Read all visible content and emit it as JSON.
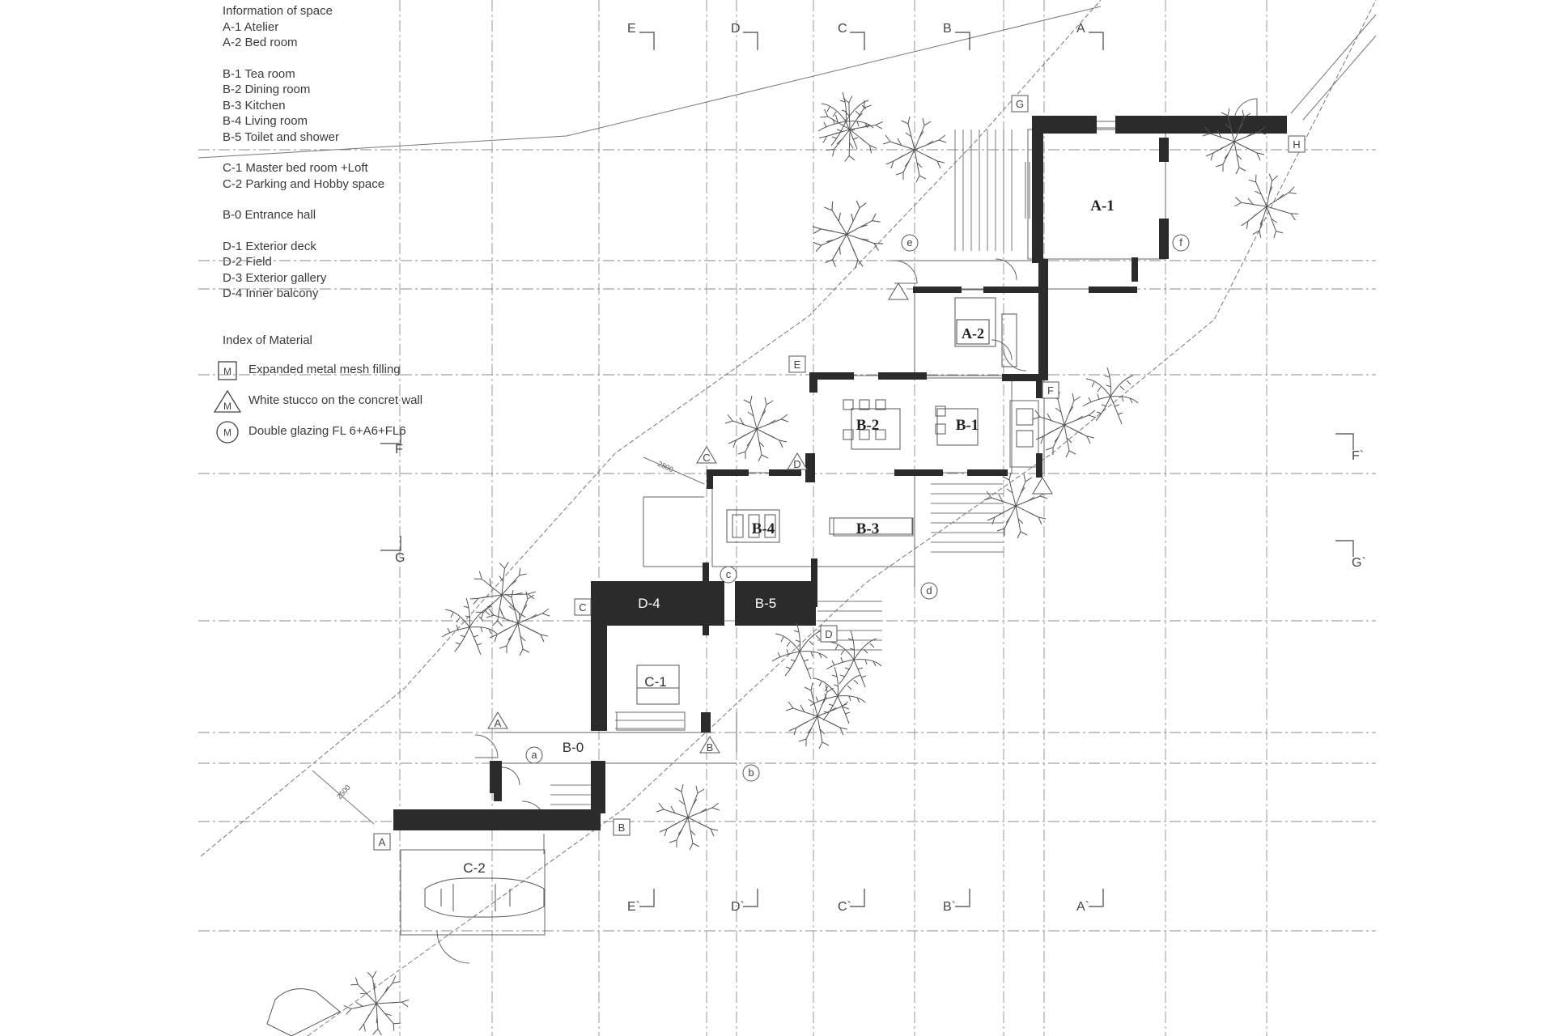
{
  "legend": {
    "title": "Information of space",
    "spaces": [
      "A-1 Atelier",
      "A-2 Bed room",
      "B-1 Tea room",
      "B-2 Dining room",
      "B-3 Kitchen",
      "B-4 Living room",
      "B-5 Toilet and shower",
      "C-1 Master bed room +Loft",
      "C-2 Parking and Hobby space",
      "B-0 Entrance hall",
      "D-1 Exterior deck",
      "D-2 Field",
      "D-3 Exterior gallery",
      "D-4 Inner balcony"
    ],
    "materials_title": "Index of Material",
    "materials": [
      {
        "symbol": "square",
        "mark": "M",
        "label": "Expanded metal mesh filling"
      },
      {
        "symbol": "triangle",
        "mark": "M",
        "label": "White stucco on the concret wall"
      },
      {
        "symbol": "circle",
        "mark": "M",
        "label": "Double glazing  FL 6+A6+FL6"
      }
    ]
  },
  "rooms": {
    "a1": "A-1",
    "a2": "A-2",
    "b1": "B-1",
    "b2": "B-2",
    "b3": "B-3",
    "b4": "B-4",
    "b5": "B-5",
    "d4": "D-4",
    "c1": "C-1",
    "b0": "B-0",
    "c2": "C-2"
  },
  "section_marks": {
    "top": [
      "E",
      "D",
      "C",
      "B",
      "A"
    ],
    "bottom": [
      "E`",
      "D`",
      "C`",
      "B`",
      "A`"
    ],
    "left": [
      "F",
      "G"
    ],
    "right": [
      "F`",
      "G`"
    ]
  },
  "grid_tags": {
    "g": "G",
    "h": "H",
    "e_up": "E",
    "f_up": "F",
    "c_up": "C",
    "d_up": "D",
    "c_box": "C",
    "d_box": "D",
    "a_tri": "A",
    "b_tri": "B",
    "a_box": "A",
    "b_box": "B",
    "circ_e": "e",
    "circ_f": "f",
    "circ_c": "c",
    "circ_d": "d",
    "circ_a": "a",
    "circ_b": "b"
  },
  "dimensions": {
    "d1": "2800",
    "d2": "2500"
  }
}
